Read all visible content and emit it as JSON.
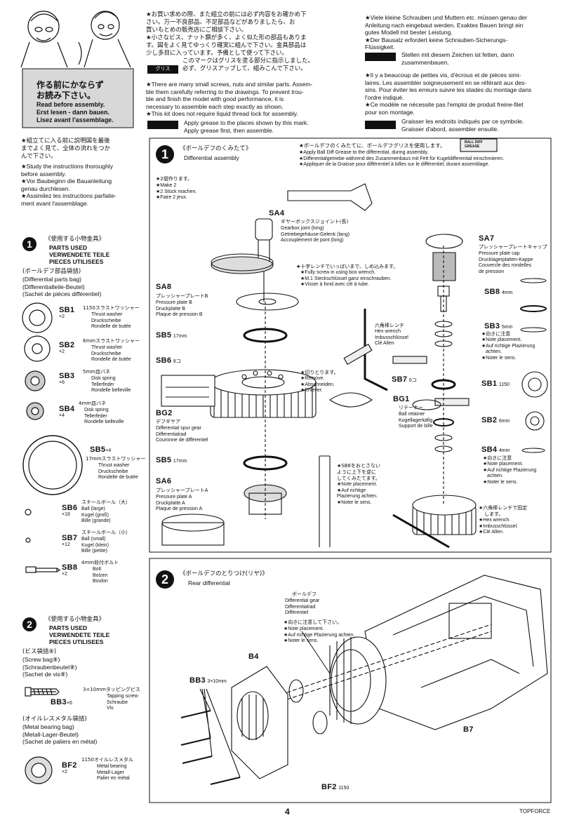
{
  "header": {
    "jp_note_lines": [
      "★お買い求めの際、また組立の前には必ず内容をお確かめ下",
      "さい。万一不良部品、不足部品などがありましたら、お",
      "買いもとめの販売店にご相談下さい。",
      "★小さなビス、ナット類が多く、よく似た形の部品もありま",
      "す。図をよく見てゆっくり確実に組んで下さい。金具部品は",
      "少し多目に入っています。予備として使って下さい。",
      "このマークはグリスを塗る部分に指示しました。",
      "必ず、グリスアップして、組みこんで下さい。"
    ],
    "grease_tag": "グリス",
    "en_note_lines": [
      "★There are many small screws, nuts and similar parts. Assem-",
      "ble them carefully referring to the drawings. To prevent trou-",
      "ble and finish the model with good performance, it is",
      "necessary to assemble each step exactly as shown.",
      "★This kit does not require liquid thread lock for assembly."
    ],
    "en_grease_lines": [
      "Apply grease to the places shown by this mark.",
      "Apply grease first, then assemble."
    ],
    "de_note_lines": [
      "★Viele kleine Schrauben und Muttern etc. müssen genau der",
      "Anleitung nach eingebaut werden. Exaktes Bauen bringt ein",
      "gutes Modell mit bester Leistung.",
      "★Der Bausatz erfordert keine Schrauben-Sicherungs-",
      "Flüssigkeit."
    ],
    "de_grease_lines": [
      "Stellen mit diesem Zeichen ist fetten, dann",
      "zusammenbauen."
    ],
    "fr_note_lines": [
      "★Il y a beaucoup de petites vis, d'écrous et de pièces simi-",
      "laires. Les assembler soigneusement en se référant aux des-",
      "sins. Pour éviter les erreurs suivre les stades du montage dans",
      "l'ordre indiqué.",
      "★Ce modèle ne nécessite pas l'emploi de produit freine-filet",
      "pour son montage."
    ],
    "fr_grease_lines": [
      "Graisser les endroits indiqués par ce symbole.",
      "Graisser d'abord, assembler ensuite."
    ]
  },
  "read_before": {
    "jp_lines": [
      "作る前にかならず",
      "お読み下さい。"
    ],
    "en": "Read before assembly.",
    "de": "Erst lesen - dann bauen.",
    "fr": "Lisez avant l'assemblage."
  },
  "intro": {
    "jp_lines": [
      "★組立てに入る前に説明図を最後",
      "までよく見て、全体の流れをつか",
      "んで下さい。"
    ],
    "en_lines": [
      "★Study the instructions thoroughly",
      "before assembly."
    ],
    "de_lines": [
      "★Vor Baubeginn die Bauanleitung",
      "genau durchlesen."
    ],
    "fr_lines": [
      "★Assimilez les instructions parfaite-",
      "ment avant l'assemblage."
    ]
  },
  "parts1": {
    "num": "1",
    "jp_title": "《使用する小物金具》",
    "titles": [
      "PARTS USED",
      "VERWENDETE TEILE",
      "PIECES UTILISEES"
    ],
    "bag_lines": [
      "(ボールデフ部品袋詰)",
      "(Differential parts bag)",
      "(Differentialteile-Beutel)",
      "(Sachet de pièces différentiel)"
    ],
    "items": [
      {
        "code": "SB1",
        "qty": "×2",
        "jp": "1150スラストワッシャー",
        "names": [
          "Thrust washer",
          "Druckscheibe",
          "Rondelle de butée"
        ]
      },
      {
        "code": "SB2",
        "qty": "×2",
        "jp": "6mmスラストワッシャー",
        "names": [
          "Thrust washer",
          "Druckscheibe",
          "Rondelle de butée"
        ]
      },
      {
        "code": "SB3",
        "qty": "×6",
        "jp": "5mm皿バネ",
        "names": [
          "Disk spring",
          "Tellerfeder",
          "Rondelle belleville"
        ]
      },
      {
        "code": "SB4",
        "qty": "×4",
        "jp": "4mm皿バネ",
        "names": [
          "Disk spring",
          "Tellerfeder",
          "Rondelle belleville"
        ]
      },
      {
        "code": "SB5",
        "qty": "×4",
        "jp": "17mmスラストワッシャー",
        "names": [
          "Thrust washer",
          "Druckscheibe",
          "Rondelle de butée"
        ]
      },
      {
        "code": "SB6",
        "qty": "×16",
        "jp": "スチールボール（大）",
        "names": [
          "Ball (large)",
          "Kugel (groß)",
          "Bille (grande)"
        ]
      },
      {
        "code": "SB7",
        "qty": "×12",
        "jp": "スチールボール（小）",
        "names": [
          "Ball (small)",
          "Kugel (klein)",
          "Bille (petite)"
        ]
      },
      {
        "code": "SB8",
        "qty": "×2",
        "jp": "4mm段付ボルト",
        "names": [
          "Bolt",
          "Bolzen",
          "Boulon"
        ]
      }
    ]
  },
  "parts2": {
    "num": "2",
    "jp_title": "《使用する小物金具》",
    "titles": [
      "PARTS USED",
      "VERWENDETE TEILE",
      "PIECES UTILISEES"
    ],
    "bag1_lines": [
      "(ビス袋詰⑧)",
      "(Screw bag⑧)",
      "(Schraubenbeutel⑧)",
      "(Sachet de vis⑧)"
    ],
    "screw": {
      "code": "BB3",
      "qty": "×6",
      "jp": "3×10mmタッピングビス",
      "names": [
        "Tapping screw",
        "Schraube",
        "Vis"
      ]
    },
    "bag2_lines": [
      "(オイルレスメタル袋詰)",
      "(Metal bearing bag)",
      "(Metall-Lager-Beutel)",
      "(Sachet de paliers en métal)"
    ],
    "bearing": {
      "code": "BF2",
      "qty": "×2",
      "jp": "1150オイルレスメタル",
      "names": [
        "Metal bearing",
        "Metall-Lager",
        "Palier en métal"
      ]
    }
  },
  "step1": {
    "num": "1",
    "jp_title": "《ボールデフのくみたて》",
    "en_title": "Differential assembly",
    "grease_jp": "★ボールデフのくみたてに、ボールデフグリスを使用します。",
    "grease_lines": [
      "★Apply Ball Diff Grease to the differential, during assembly.",
      "★Differentialgetriebe während des Zusammenbaus mit Fett für Kugeldifferential einschmieren.",
      "★Appliquer de la Graisse pour différentiel à billes sur le différentiel, durant assemblage."
    ],
    "make2": [
      "★2個作ります。",
      "★Make 2",
      "★2 Stück machen.",
      "★Faire 2 jeux."
    ],
    "sa4": {
      "code": "SA4",
      "jp": "ギヤーボックスジョイント(長)",
      "names": [
        "Gearbox joint (long)",
        "Getriebegehäuse-Gelenk (lang)",
        "Accouplement de pont (long)"
      ]
    },
    "sa7": {
      "code": "SA7",
      "jp": "プレッシャープレートキャップ",
      "names": [
        "Pressure plate cap",
        "Drucklagerplatten-Kappe",
        "Couvercle des rondelles",
        "de pression"
      ]
    },
    "sa8": {
      "code": "SA8",
      "jp": "プレッシャープレートB",
      "names": [
        "Pressure plate B",
        "Druckplatte B",
        "Plaque de pression B"
      ]
    },
    "sa6": {
      "code": "SA6",
      "jp": "プレッシャープレートA",
      "names": [
        "Pressure plate A",
        "Druckplatte A",
        "Plaque de pression A"
      ]
    },
    "bg2": {
      "code": "BG2",
      "jp": "デフギヤア",
      "names": [
        "Differential spur gear",
        "Differentialrad",
        "Couronne de différentiel"
      ]
    },
    "bg1": {
      "code": "BG1",
      "jp": "リテーナー",
      "names": [
        "Ball retainer",
        "Kugellagerkäfig",
        "Support de bille"
      ]
    },
    "hex": {
      "jp": "六角棒レンチ",
      "names": [
        "Hex wrench",
        "Imbusschlüssel",
        "Clé Allen"
      ]
    },
    "fully": {
      "jp": "★十字レンチでいっぱいまで、しめ込みます。",
      "lines": [
        "★Fully screw in using box wrench.",
        "★M.1 Steckschlüssel ganz einschrauben.",
        "★Visser à fond avec clé à tube."
      ]
    },
    "remove": {
      "jp": "★切りとります。",
      "lines": [
        "★Remove.",
        "★Abschneiden.",
        "★Enlever."
      ]
    },
    "sb6note": {
      "jp_lines": [
        "★SB6をおとさない",
        "ように上下を逆に",
        "してくみたてます。"
      ],
      "lines": [
        "★Note placement.",
        "★Auf richtige",
        "Plazierung achten.",
        "★Noter le sens."
      ]
    },
    "sb3note": {
      "jp": "★向きに注意",
      "lines": [
        "★Note placement.",
        "★Auf richtige Plazierung",
        "achten.",
        "★Noter le sens."
      ]
    },
    "sb4note": {
      "jp": "★向きに注意",
      "lines": [
        "★Note placement.",
        "★Auf richtige Plazierung",
        "achten.",
        "★Noter le sens."
      ]
    },
    "hexnote": {
      "jp_lines": [
        "★六角棒レンチで固定",
        "します。"
      ],
      "lines": [
        "★Hex wrench.",
        "★Imbusschlüssel.",
        "★Clé Allen."
      ]
    },
    "labels": {
      "sb1": "SB1",
      "sb1_size": "1150",
      "sb2": "SB2",
      "sb2_size": "6mm",
      "sb3": "SB3",
      "sb3_size": "5mm",
      "sb4": "SB4",
      "sb4_size": "4mm",
      "sb5": "SB5",
      "sb5_size": "17mm",
      "sb6": "SB6",
      "sb6_count": "8コ",
      "sb7": "SB7",
      "sb7_count": "6コ",
      "sb8": "SB8",
      "sb8_size": "4mm"
    },
    "grease_brand": "BALL DIFF GREASE"
  },
  "step2": {
    "num": "2",
    "jp_title": "《ボールデフのとりつけ(リヤ)》",
    "en_title": "Rear differential",
    "diff_jp": "ボールデフ",
    "diff_names": [
      "Differential gear",
      "Differentialrad",
      "Différentiel"
    ],
    "note_jp": "★向きに注意して下さい。",
    "note_lines": [
      "★Note placement.",
      "★Auf richtige Plazierung achten.",
      "★Noter le sens."
    ],
    "labels": {
      "b4": "B4",
      "bb3": "BB3",
      "bb3_size": "3×10mm",
      "b7": "B7",
      "bf2": "BF2",
      "bf2_size": "1150"
    }
  },
  "footer": {
    "page": "4",
    "brand": "TOPFORCE"
  }
}
